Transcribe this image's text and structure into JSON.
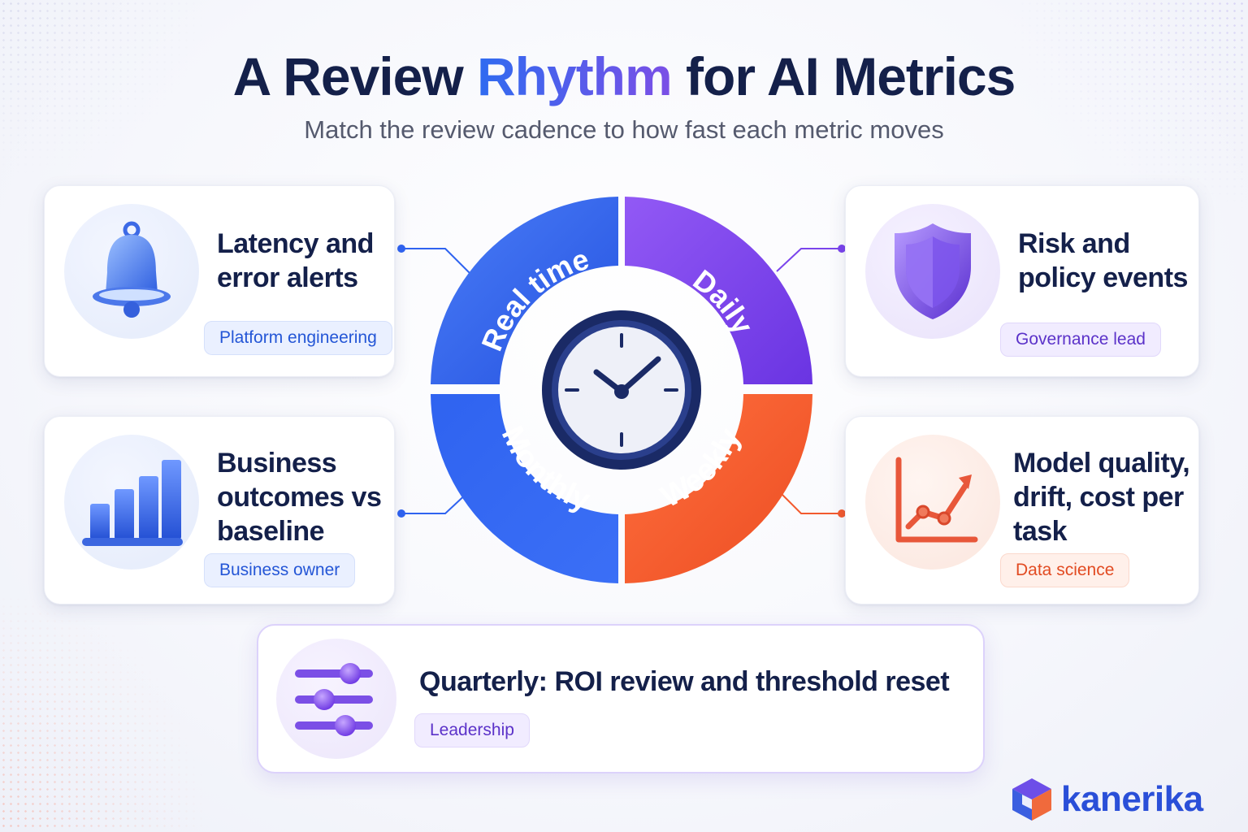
{
  "header": {
    "title_before": "A Review ",
    "title_accent": "Rhythm",
    "title_after": " for AI Metrics",
    "subtitle": "Match the review cadence to how fast each metric moves"
  },
  "wheel": {
    "segments": [
      {
        "label": "Real time",
        "color": "#2f63f0"
      },
      {
        "label": "Daily",
        "color": "#7a44ec"
      },
      {
        "label": "Weekly",
        "color": "#f25a2e"
      },
      {
        "label": "Monthly",
        "color": "#2e62ee"
      }
    ],
    "center_icon": "clock-icon"
  },
  "cards": [
    {
      "title": "Latency and error alerts",
      "owner": "Platform engineering",
      "icon": "bell-icon",
      "accent": "#2f63f0"
    },
    {
      "title": "Risk and policy events",
      "owner": "Governance lead",
      "icon": "shield-icon",
      "accent": "#7a44ec"
    },
    {
      "title": "Business outcomes vs baseline",
      "owner": "Business owner",
      "icon": "bar-chart-icon",
      "accent": "#2f63f0"
    },
    {
      "title": "Model quality, drift, cost per task",
      "owner": "Data science",
      "icon": "trend-chart-icon",
      "accent": "#f25a2e"
    }
  ],
  "quarterly": {
    "title": "Quarterly: ROI review and threshold reset",
    "owner": "Leadership",
    "icon": "sliders-icon"
  },
  "brand": {
    "name": "kanerika",
    "icon": "cube-logo-icon"
  }
}
